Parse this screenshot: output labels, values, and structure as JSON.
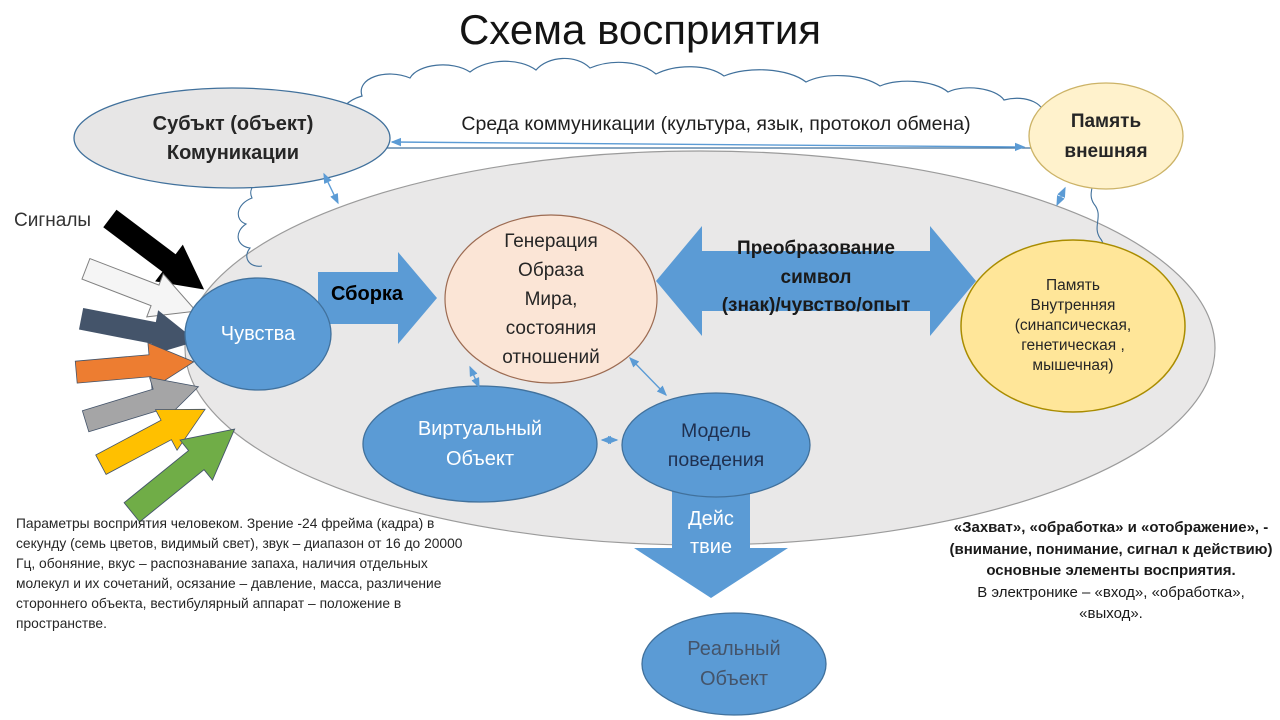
{
  "title": "Схема восприятия",
  "colors": {
    "accent_blue": "#5B9BD5",
    "accent_blue_dark": "#41719C",
    "big_ellipse_fill": "#E9E8E8",
    "big_ellipse_stroke": "#9B9B9B",
    "subject_fill": "#E7E6E6",
    "peach_fill": "#FBE5D6",
    "peach_stroke": "#9C6B52",
    "cream_fill": "#FFF2CC",
    "cream_stroke": "#CCB367",
    "yellow_fill": "#FFE699",
    "yellow_stroke": "#A98C00",
    "cloud_fill": "#FFFFFF",
    "cloud_stroke": "#41719C",
    "text_dark": "#262626",
    "text_white": "#FFFFFF",
    "behavior_text": "#1F3050",
    "real_object_text": "#44546A"
  },
  "nodes": {
    "subject": {
      "label": "Субъкт (объект)\nКомуникации"
    },
    "environment": {
      "label": "Среда коммуникации (культура, язык, протокол обмена)"
    },
    "memory_external": {
      "label": "Память\nвнешняя"
    },
    "signals": {
      "label": "Сигналы"
    },
    "feelings": {
      "label": "Чувства"
    },
    "assembly": {
      "label": "Сборка"
    },
    "world_image": {
      "label": "Генерация\nОбраза\nМира,\nсостояния\nотношений"
    },
    "transformation": {
      "label": "Преобразование\nсимвол\n(знак)/чувство/опыт"
    },
    "memory_internal": {
      "label": "Память\nВнутренняя\n(синапсическая,\nгенетическая ,\nмышечная)"
    },
    "virtual_object": {
      "label": "Виртуальный\nОбъект"
    },
    "behavior_model": {
      "label": "Модель\nповедения"
    },
    "action": {
      "label": "Дейс\nтвие"
    },
    "real_object": {
      "label": "Реальный\nОбъект"
    }
  },
  "notes": {
    "left": "Параметры восприятия человеком. Зрение -24 фрейма (кадра) в секунду (семь цветов, видимый свет), звук – диапазон от 16 до 20000 Гц, обоняние, вкус – распознавание запаха, наличия отдельных молекул и их сочетаний, осязание – давление, масса, различение стороннего объекта, вестибулярный аппарат – положение в пространстве.",
    "right_bold": "«Захват», «обработка» и «отображение», - (внимание, понимание, сигнал к действию) основные элементы восприятия.",
    "right_regular": "В электронике – «вход», «обработка», «выход»."
  },
  "signal_arrows": [
    {
      "name": "signal-arrow-black",
      "color": "#000000"
    },
    {
      "name": "signal-arrow-white",
      "color": "#F5F5F5"
    },
    {
      "name": "signal-arrow-slate",
      "color": "#44546A"
    },
    {
      "name": "signal-arrow-orange",
      "color": "#ED7D31"
    },
    {
      "name": "signal-arrow-grey",
      "color": "#A5A5A6"
    },
    {
      "name": "signal-arrow-yellow",
      "color": "#FFC000"
    },
    {
      "name": "signal-arrow-green",
      "color": "#70AD47"
    }
  ]
}
